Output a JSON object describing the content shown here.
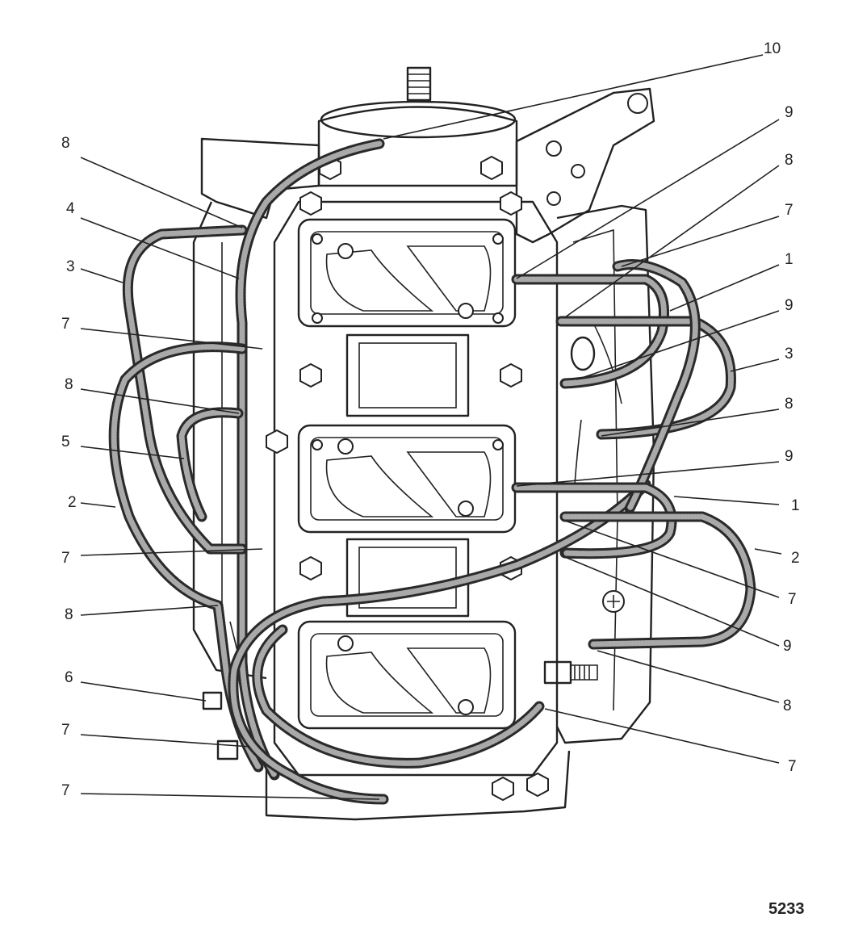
{
  "figure_number": "5233",
  "callouts": {
    "c10": "10",
    "c9_top": "9",
    "c8_top_right": "8",
    "c7_right_1": "7",
    "c1_right_1": "1",
    "c9_right_2": "9",
    "c3_right": "3",
    "c8_right_2": "8",
    "c9_right_3": "9",
    "c1_right_2": "1",
    "c2_right": "2",
    "c7_right_2": "7",
    "c9_right_4": "9",
    "c8_right_3": "8",
    "c7_right_3": "7",
    "c8_left_1": "8",
    "c4_left": "4",
    "c3_left": "3",
    "c7_left_1": "7",
    "c8_left_2": "8",
    "c5_left": "5",
    "c2_left": "2",
    "c7_left_2": "7",
    "c8_left_3": "8",
    "c6_left": "6",
    "c7_left_3": "7",
    "c7_left_4": "7"
  },
  "colors": {
    "line": "#222222",
    "hose_fill": "#a9a9a9",
    "background": "#ffffff"
  }
}
